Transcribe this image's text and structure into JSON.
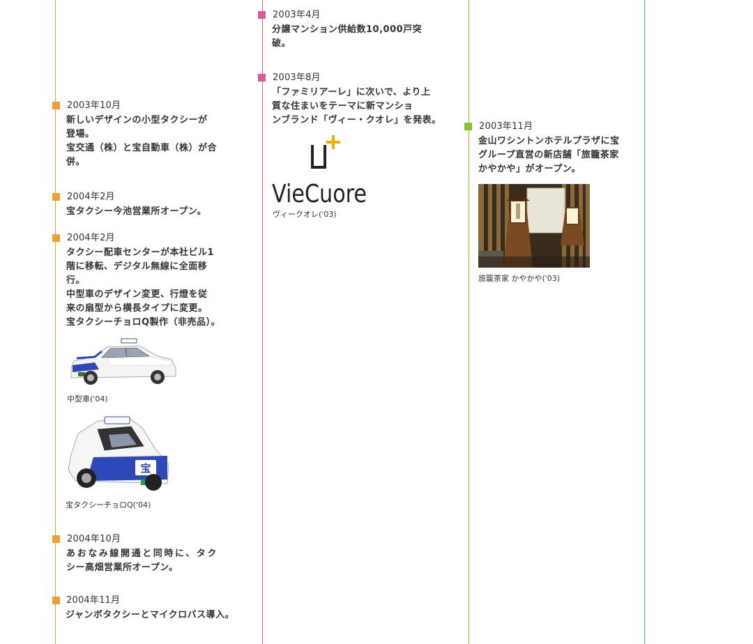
{
  "colors": {
    "col1": "#f0a030",
    "col2": "#dd5a98",
    "col3": "#88c030",
    "col4": "#3aa0dd"
  },
  "col1": {
    "e1": {
      "date": "2003年10月",
      "lines": [
        "新しいデザインの小型タクシーが",
        "登場。",
        "宝交通（株）と宝自動車（株）が合",
        "併。"
      ]
    },
    "e2": {
      "date": "2004年2月",
      "lines": [
        "宝タクシー今池営業所オープン。"
      ]
    },
    "e3": {
      "date": "2004年2月",
      "lines": [
        "タクシー配車センターが本社ビル1",
        "階に移転、デジタル無線に全面移",
        "行。",
        "中型車のデザイン変更、行燈を従",
        "来の扇型から横長タイプに変更。",
        "宝タクシーチョロQ製作（非売品）。"
      ]
    },
    "img1_caption": "中型車('04)",
    "img2_caption": "宝タクシーチョロQ('04)",
    "img2_plate": "宝",
    "e4": {
      "date": "2004年10月",
      "lines": [
        "あおなみ線開通と同時に、タク",
        "シー高畑営業所オープン。"
      ]
    },
    "e5": {
      "date": "2004年11月",
      "lines": [
        "ジャンボタクシーとマイクロバス導入。"
      ]
    }
  },
  "col2": {
    "e1": {
      "date": "2003年4月",
      "lines": [
        "分譲マンション供給数10,000戸突",
        "破。"
      ]
    },
    "e2": {
      "date": "2003年8月",
      "lines": [
        "「ファミリアーレ」に次いで、より上",
        "質な住まいをテーマに新マンショ",
        "ンブランド「ヴィー・クオレ」を発表。"
      ]
    },
    "logo_text": "VieCuore",
    "logo_caption": "ヴィークオレ('03)"
  },
  "col3": {
    "e1": {
      "date": "2003年11月",
      "lines": [
        "金山ワシントンホテルプラザに宝",
        "グループ直営の新店舗「旅籠茶家",
        "かやかや」がオープン。"
      ]
    },
    "photo_caption": "旅籠茶家 かやかや('03)"
  }
}
